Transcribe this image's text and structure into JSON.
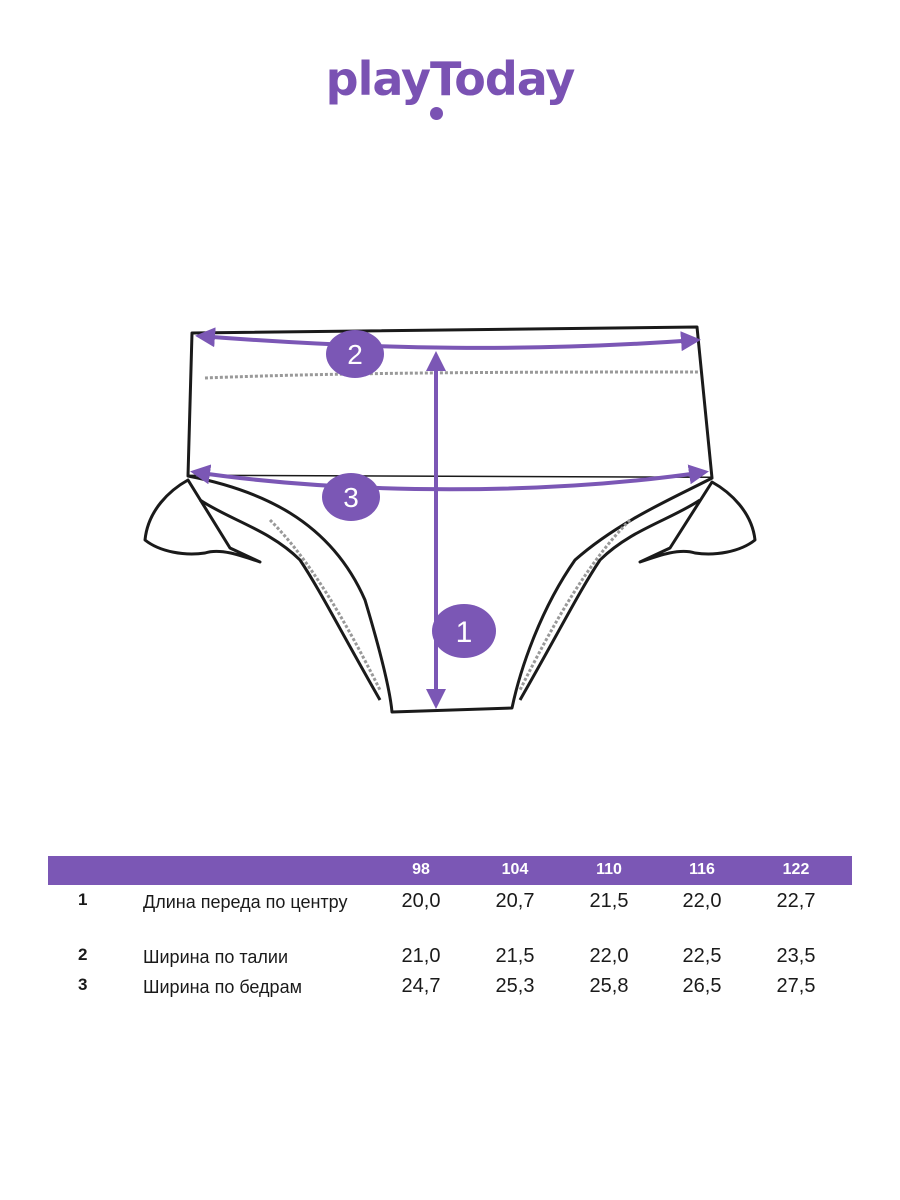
{
  "brand": {
    "logo_text": "playToday",
    "accent_color": "#7b57b5"
  },
  "diagram": {
    "icon": "shorts-measurement-diagram",
    "markers": [
      "1",
      "2",
      "3"
    ]
  },
  "size_table": {
    "sizes": [
      "98",
      "104",
      "110",
      "116",
      "122"
    ],
    "rows": [
      {
        "num": "1",
        "label": "Длина переда по центру",
        "values": [
          "20,0",
          "20,7",
          "21,5",
          "22,0",
          "22,7"
        ]
      },
      {
        "num": "2",
        "label": "Ширина по талии",
        "values": [
          "21,0",
          "21,5",
          "22,0",
          "22,5",
          "23,5"
        ]
      },
      {
        "num": "3",
        "label": "Ширина по бедрам",
        "values": [
          "24,7",
          "25,3",
          "25,8",
          "26,5",
          "27,5"
        ]
      }
    ]
  }
}
